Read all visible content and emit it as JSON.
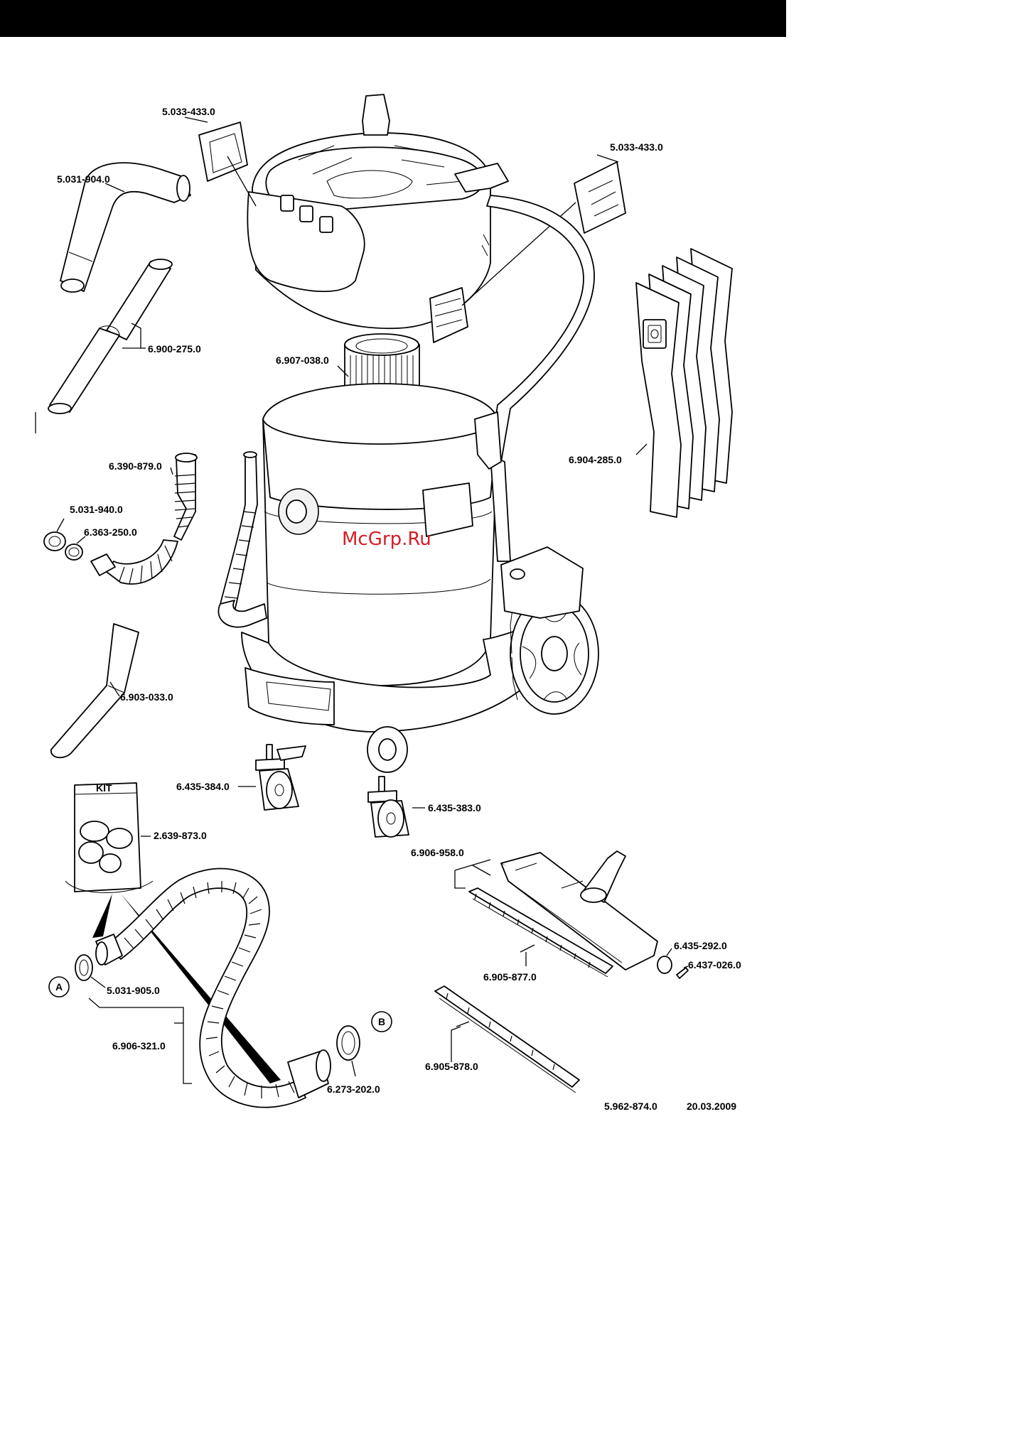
{
  "watermark": "McGrp.Ru",
  "kit_label": "KIT",
  "callouts": {
    "a": "A",
    "b": "B"
  },
  "parts": {
    "latch_left": "5.033-433.0",
    "latch_right": "5.033-433.0",
    "bend_tube": "5.031-904.0",
    "extension_tubes": "6.900-275.0",
    "cartridge_filter": "6.907-038.0",
    "filter_bags": "6.904-285.0",
    "drain_hose": "6.390-879.0",
    "nut": "5.031-940.0",
    "seal_ring": "6.363-250.0",
    "crevice_nozzle": "6.903-033.0",
    "castor_brake": "6.435-384.0",
    "castor": "6.435-383.0",
    "adapter_kit": "2.639-873.0",
    "floor_nozzle": "6.906-958.0",
    "wheel_roller": "6.435-292.0",
    "axle": "6.437-026.0",
    "brush_strip": "6.905-877.0",
    "rubber_strip": "6.905-878.0",
    "hose_ring": "5.031-905.0",
    "suction_hose": "6.906-321.0",
    "o_ring": "6.273-202.0"
  },
  "footer": {
    "doc_number": "5.962-874.0",
    "date": "20.03.2009"
  }
}
